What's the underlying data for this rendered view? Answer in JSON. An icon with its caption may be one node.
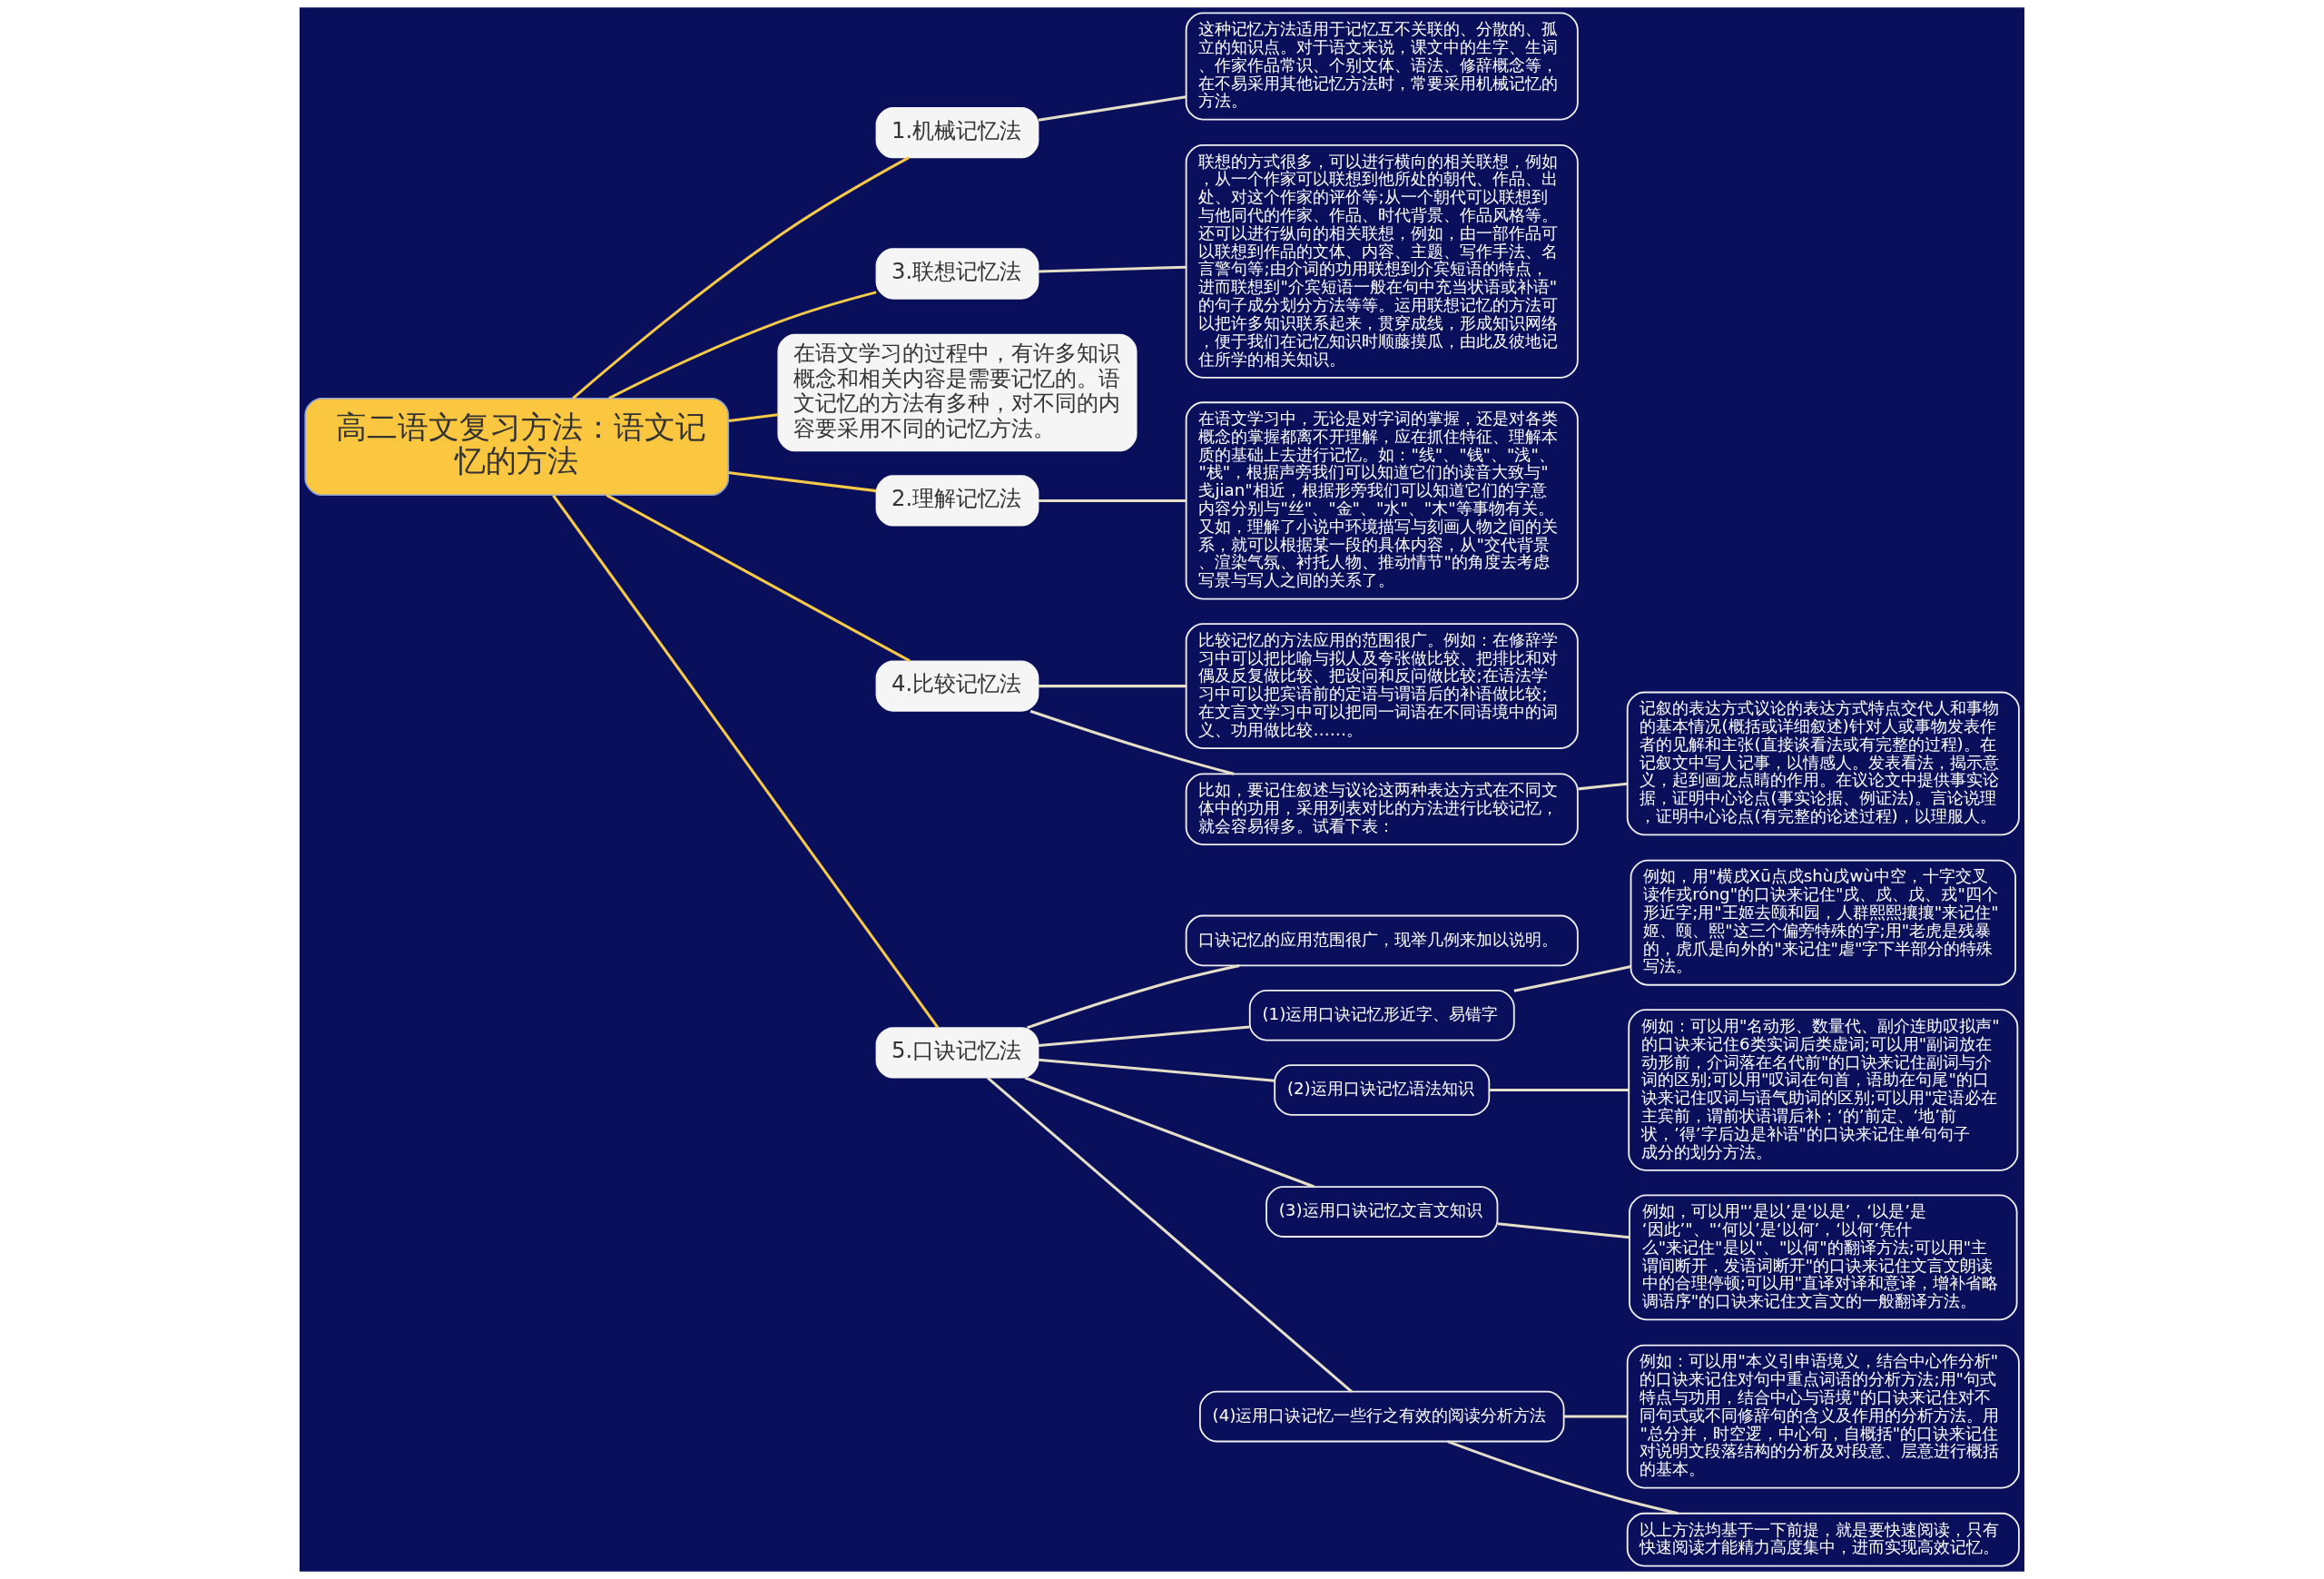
{
  "diagram": {
    "nodes": [
      {
        "text": [
          "高二语文复习方法：语文记忆的方法"
        ]
      },
      {
        "text": [
          "1.机械记忆法"
        ]
      },
      {
        "text": [
          "这种记忆方法适用于记忆互不关联的、分散的、孤立的知识点。对于语文来说，课文中的生字、生词、作家作品常识、个别文体、语法、修辞概念等，在不易采用其他记忆方法时，常要采用机械记忆的方法。"
        ]
      },
      {
        "text": [
          "3.联想记忆法"
        ]
      },
      {
        "text": [
          "联想的方式很多，可以进行横向的相关联想，例如，从一个作家可以联想到他所处的朝代、作品、出处、对这个作家的评价等;从一个朝代可以联想到与他同代的作家、作品、时代背景、作品风格等。还可以进行纵向的相关联想，例如，由一部作品可以联想到作品的文体、内容、主题、写作手法、名言警句等;由介词的功用联想到介宾短语的特点，进而联想到\"介宾短语一般在句中充当状语或补语\"的句子成分划分方法等等。运用联想记忆的方法可以把许多知识联系起来，贯穿成线，形成知识网络，便于我们在记忆知识时顺藤摸瓜，由此及彼地记住所学的相关知识。"
        ]
      },
      {
        "text": [
          "在语文学习的过程中，有许多知识概念和相关内容是需要记忆的。语文记忆的方法有多种，对不同的内容要采用不同的记忆方法。"
        ]
      },
      {
        "text": [
          "2.理解记忆法"
        ]
      },
      {
        "text": [
          "在语文学习中，无论是对字词的掌握，还是对各类概念的掌握都离不开理解，应在抓住特征、理解本质的基础上去进行记忆。如：\"线\"、\"钱\"、\"浅\"、\"栈\"，根据声旁我们可以知道它们的读音大致与\"戋jian\"相近，根据形旁我们可以知道它们的字意内容分别与\"丝\"、\"金\"、\"水\"、\"木\"等事物有关。又如，理解了小说中环境描写与刻画人物之间的关系，就可以根据某一段的具体内容，从\"交代背景、渲染气氛、衬托人物、推动情节\"的角度去考虑写景与写人之间的关系了。"
        ]
      },
      {
        "text": [
          "4.比较记忆法"
        ]
      },
      {
        "text": [
          "比较记忆的方法应用的范围很广。例如：在修辞学习中可以把比喻与拟人及夸张做比较、把排比和对偶及反复做比较、把设问和反问做比较;在语法学习中可以把宾语前的定语与谓语后的补语做比较;在文言文学习中可以把同一词语在不同语境中的词义、功用做比较……。"
        ]
      },
      {
        "text": [
          "比如，要记住叙述与议论这两种表达方式在不同文体中的功用，采用列表对比的方法进行比较记忆，就会容易得多。试看下表："
        ]
      },
      {
        "text": [
          "记叙的表达方式议论的表达方式特点交代人和事物的基本情况(概括或详细叙述)针对人或事物发表作者的见解和主张(直接谈看法或有完整的过程)。在记叙文中写人记事，以情感人。发表看法，揭示意义，起到画龙点睛的作用。在议论文中提供事实论据，证明中心论点(事实论据、例证法)。言论说理，证明中心论点(有完整的论述过程)，以理服人。"
        ]
      },
      {
        "text": [
          "5.口诀记忆法"
        ]
      },
      {
        "text": [
          "口诀记忆的应用范围很广，现举几例来加以说明。"
        ]
      },
      {
        "text": [
          "(1)运用口诀记忆形近字、易错字"
        ]
      },
      {
        "text": [
          "例如，用\"横戌Xū点戍shù戊wù中空，十字交叉读作戎róng\"的口诀来记住\"戌、戍、戊、戎\"四个形近字;用\"王姬去颐和园，人群熙熙攘攘\"来记住\"姬、颐、熙\"这三个偏旁特殊的字;用\"老虎是残暴的，虎爪是向外的\"来记住\"虐\"字下半部分的特殊写法。"
        ]
      },
      {
        "text": [
          "(2)运用口诀记忆语法知识"
        ]
      },
      {
        "text": [
          "例如：可以用\"名动形、数量代、副介连助叹拟声\"的口诀来记住6类实词后类虚词;可以用\"副词放在动形前，介词落在名代前\"的口诀来记住副词与介词的区别;可以用\"叹词在句首，语助在句尾\"的口诀来记住叹词与语气助词的区别;可以用\"定语必在主宾前，谓前状语谓后补；‘的’前定、‘地’前状，’得’字后边是补语\"的口诀来记住单句句子成分的划分方法。"
        ]
      },
      {
        "text": [
          "(3)运用口诀记忆文言文知识"
        ]
      },
      {
        "text": [
          "例如，可以用\"‘是以’是‘以是’，‘以是’是‘因此’\"、\"‘何以’是‘以何’，‘以何’凭什么\"来记住\"是以\"、\"以何\"的翻译方法;可以用\"主谓间断开，发语词断开\"的口诀来记住文言文朗读中的合理停顿;可以用\"直译对译和意译，增补省略调语序\"的口诀来记住文言文的一般翻译方法。"
        ]
      },
      {
        "text": [
          "(4)运用口诀记忆一些行之有效的阅读分析方法"
        ]
      },
      {
        "text": [
          "例如：可以用\"本义引申语境义，结合中心作分析\"的口诀来记住对句中重点词语的分析方法;用\"句式特点与功用，结合中心与语境\"的口诀来记住对不同句式或不同修辞句的含义及作用的分析方法。用\"总分并，时空逻，中心句，自概括\"的口诀来记住对说明文段落结构的分析及对段意、层意进行概括的基本。"
        ]
      },
      {
        "text": [
          "以上方法均基于一下前提，就是要快速阅读，只有快速阅读才能精力高度集中，进而实现高效记忆。"
        ]
      }
    ],
    "edges": [
      {
        "from": 0,
        "to": 1,
        "arrow": "none",
        "color": "#f7c948"
      },
      {
        "from": 1,
        "to": 2,
        "arrow": "none"
      },
      {
        "from": 0,
        "to": 3,
        "arrow": "none",
        "color": "#f7c948"
      },
      {
        "from": 3,
        "to": 4,
        "arrow": "none"
      },
      {
        "from": 0,
        "to": 5,
        "arrow": "none",
        "color": "#f7c948"
      },
      {
        "from": 0,
        "to": 6,
        "arrow": "none",
        "color": "#f7c948"
      },
      {
        "from": 6,
        "to": 7,
        "arrow": "none"
      },
      {
        "from": 0,
        "to": 8,
        "arrow": "none",
        "color": "#f7c948"
      },
      {
        "from": 8,
        "to": 9,
        "arrow": "none"
      },
      {
        "from": 8,
        "to": 10,
        "arrow": "none"
      },
      {
        "from": 10,
        "to": 11,
        "arrow": "none"
      },
      {
        "from": 0,
        "to": 12,
        "arrow": "none",
        "color": "#f7c948"
      },
      {
        "from": 12,
        "to": 13,
        "arrow": "none"
      },
      {
        "from": 12,
        "to": 14,
        "arrow": "none"
      },
      {
        "from": 14,
        "to": 15,
        "arrow": "none"
      },
      {
        "from": 12,
        "to": 16,
        "arrow": "none"
      },
      {
        "from": 16,
        "to": 17,
        "arrow": "none"
      },
      {
        "from": 12,
        "to": 18,
        "arrow": "none"
      },
      {
        "from": 18,
        "to": 19,
        "arrow": "none"
      },
      {
        "from": 12,
        "to": 20,
        "arrow": "none"
      },
      {
        "from": 20,
        "to": 21,
        "arrow": "none"
      },
      {
        "from": 20,
        "to": 22,
        "arrow": "none"
      }
    ]
  }
}
